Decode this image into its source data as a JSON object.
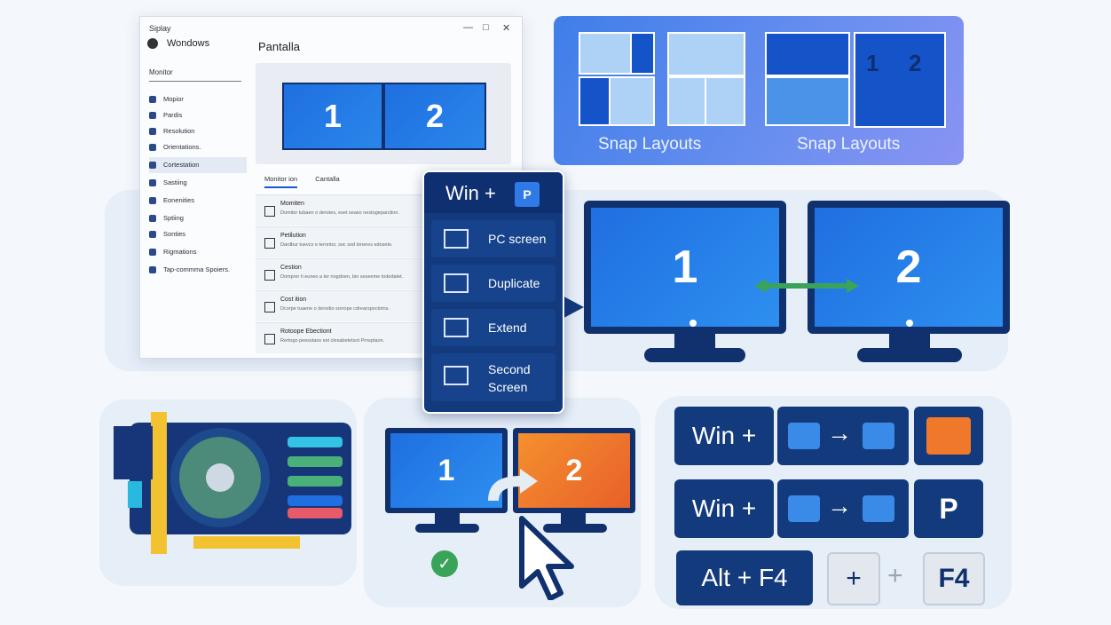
{
  "settings_window": {
    "app_title": "Siplay",
    "user_label": "Wondows",
    "search_placeholder": "Monitor",
    "page_title": "Pantalla",
    "monitor_1": "1",
    "monitor_2": "2",
    "sidebar_items": [
      {
        "label": "Mopior"
      },
      {
        "label": "Pardis"
      },
      {
        "label": "Resolution"
      },
      {
        "label": "Orientations."
      },
      {
        "label": "Cortestation",
        "selected": true
      },
      {
        "label": "Sastiing"
      },
      {
        "label": "Eonenities"
      },
      {
        "label": "Sptiing"
      },
      {
        "label": "Sonties"
      },
      {
        "label": "Rigmations"
      },
      {
        "label": "Tap-commma Spoiers."
      }
    ],
    "tabs": [
      "Monitor ion",
      "Cantalla"
    ],
    "rows": [
      {
        "title": "Momiten",
        "desc": "Domitor tubaen o derotes, eset seaso nestogeparction."
      },
      {
        "title": "Petilution",
        "desc": "Dardbur tuevcs e ternntor, soc sod toneres edosete."
      },
      {
        "title": "Cestion",
        "desc": "Domprer ti euneo a ter nogdoen, bio seseeme todedatet."
      },
      {
        "title": "Cost ition",
        "desc": "Dcorpe tuaene o derodio sorrope cdrearspoctotns."
      },
      {
        "title": "Rotoope Ebectiont",
        "desc": "Rertogo peesstans est clesabetetsot Prnsptaon."
      }
    ]
  },
  "snap_panel": {
    "label_left": "Snap Layouts",
    "label_right": "Snap Layouts",
    "num_1": "1",
    "num_2": "2"
  },
  "project_menu": {
    "shortcut": "Win +",
    "key": "P",
    "items": [
      {
        "label": "PC screen"
      },
      {
        "label": "Duplicate"
      },
      {
        "label": "Extend"
      },
      {
        "label": "Second",
        "label2": "Screen"
      }
    ]
  },
  "dual_monitor": {
    "left": "1",
    "right": "2"
  },
  "drag_monitors": {
    "left": "1",
    "right": "2"
  },
  "shortcuts": {
    "row1_key": "Win +",
    "row2_key": "Win +",
    "row2_letter": "P",
    "row3_key": "Alt + F4",
    "row3_plus": "+",
    "row3_f4": "F4"
  },
  "colors": {
    "accent": "#1f6fe0",
    "dark_navy": "#10306e",
    "orange": "#f0782a",
    "green": "#3aa35a"
  }
}
